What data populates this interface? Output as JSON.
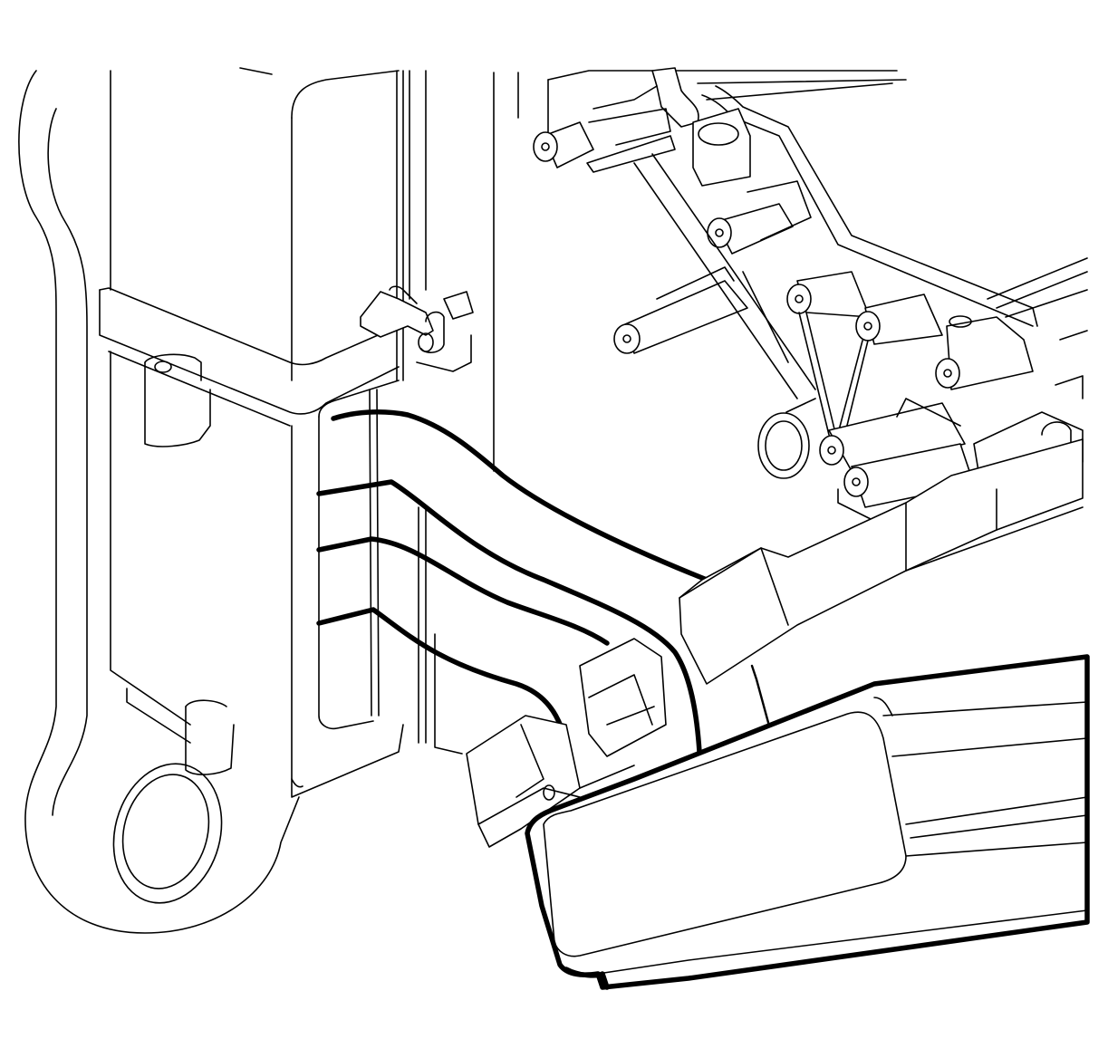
{
  "figure": {
    "kind": "technical line illustration",
    "components": [
      "left-housing",
      "mounting-bracket-frame",
      "hose-clip",
      "heater-hoses",
      "heater-core-case"
    ],
    "highlight_color": "#000000",
    "background_color": "#ffffff"
  }
}
